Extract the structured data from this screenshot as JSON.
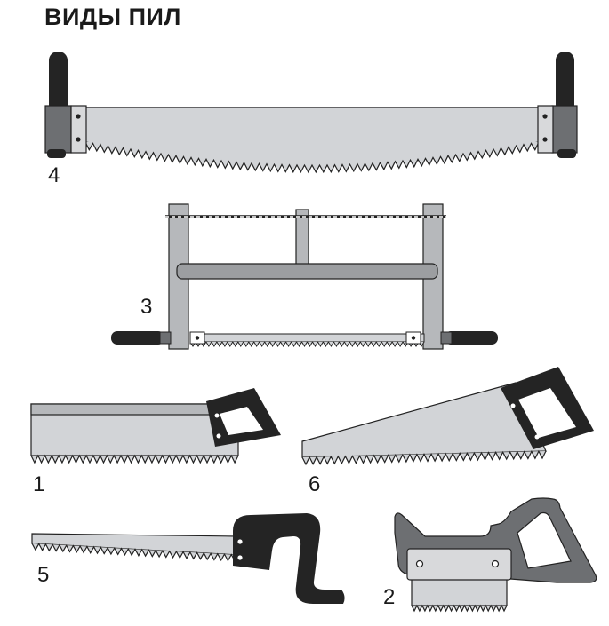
{
  "title": "ВИДЫ ПИЛ",
  "colors": {
    "blade": "#d2d4d7",
    "frame": "#b6b8bb",
    "handle_dark": "#242424",
    "handle_mid": "#6d6f72",
    "outline": "#222222"
  },
  "saws": [
    {
      "number": "4",
      "icon": "two-man-saw-icon"
    },
    {
      "number": "3",
      "icon": "frame-saw-icon"
    },
    {
      "number": "1",
      "icon": "hand-saw-icon"
    },
    {
      "number": "6",
      "icon": "tapered-hand-saw-icon"
    },
    {
      "number": "5",
      "icon": "keyhole-saw-icon"
    },
    {
      "number": "2",
      "icon": "back-saw-icon"
    }
  ]
}
